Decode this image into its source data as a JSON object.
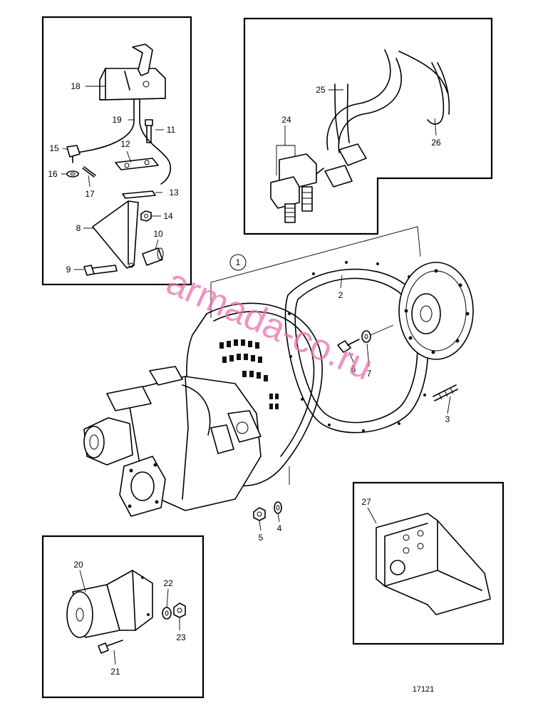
{
  "callouts": {
    "c1": "1",
    "c2": "2",
    "c3": "3",
    "c4": "4",
    "c5": "5",
    "c6": "6",
    "c7": "7",
    "c8": "8",
    "c9": "9",
    "c10": "10",
    "c11": "11",
    "c12": "12",
    "c13": "13",
    "c14": "14",
    "c15": "15",
    "c16": "16",
    "c17": "17",
    "c18": "18",
    "c19": "19",
    "c20": "20",
    "c21": "21",
    "c22": "22",
    "c23": "23",
    "c24": "24",
    "c25": "25",
    "c26": "26",
    "c27": "27"
  },
  "watermark": "armada-co.ru",
  "figure_number": "17121"
}
